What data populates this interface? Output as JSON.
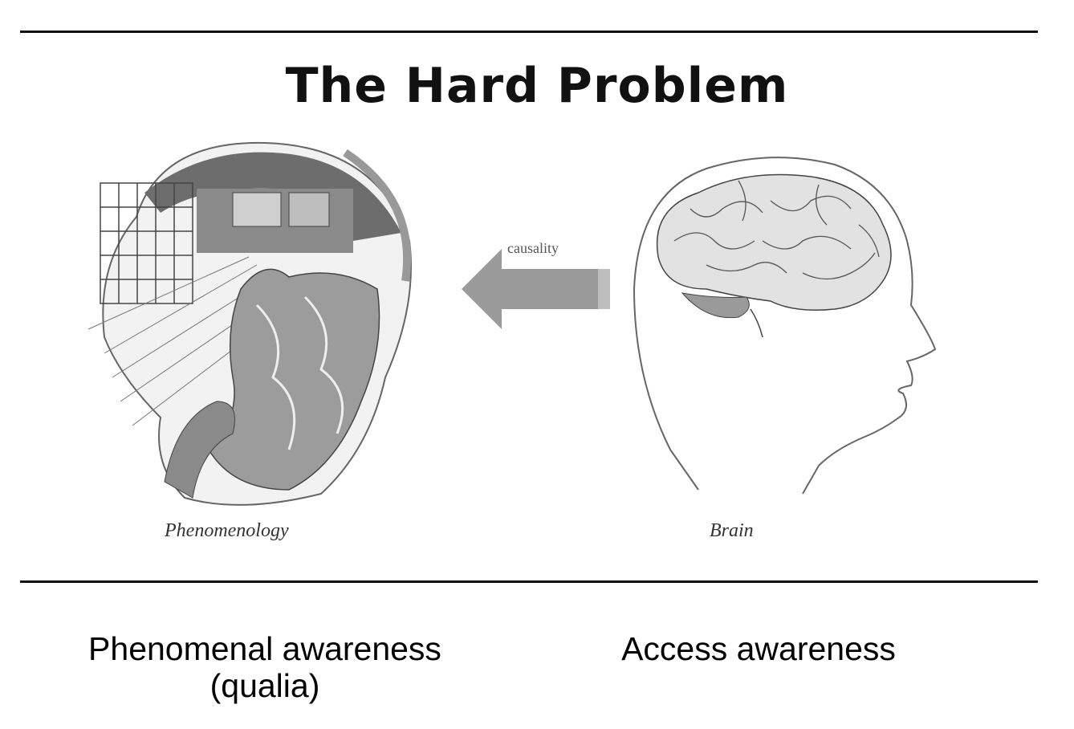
{
  "title": "The Hard Problem",
  "arrow_label": "causality",
  "captions": {
    "left": "Phenomenology",
    "right": "Brain"
  },
  "bottom_labels": {
    "left_line1": "Phenomenal awareness",
    "left_line2": "(qualia)",
    "right": "Access awareness"
  },
  "colors": {
    "rule": "#111111",
    "arrow": "#9a9a9a",
    "brain_fill": "#e2e2e2",
    "sketch": "#555555"
  }
}
